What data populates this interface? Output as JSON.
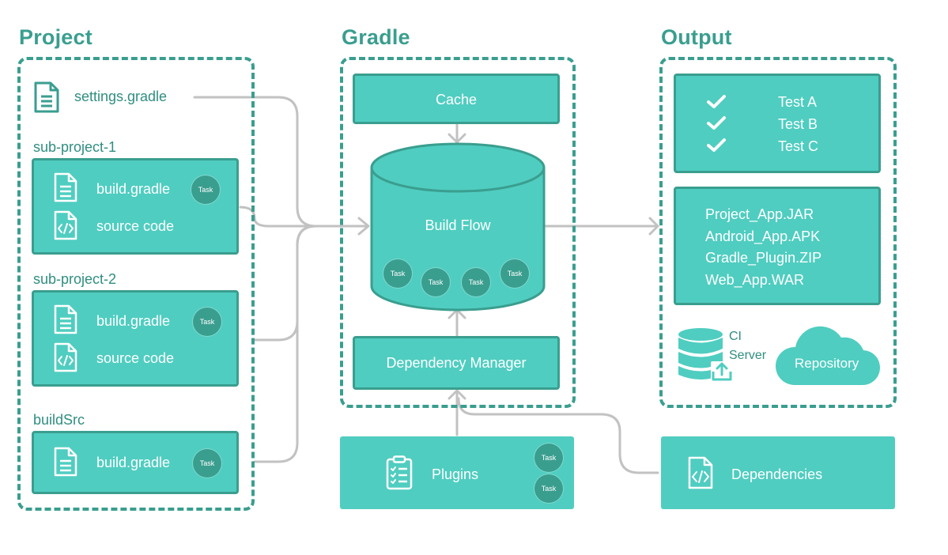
{
  "sections": {
    "project": "Project",
    "gradle": "Gradle",
    "output": "Output"
  },
  "project": {
    "settings": "settings.gradle",
    "sub1": {
      "title": "sub-project-1",
      "build": "build.gradle",
      "source": "source code",
      "task": "Task"
    },
    "sub2": {
      "title": "sub-project-2",
      "build": "build.gradle",
      "source": "source code",
      "task": "Task"
    },
    "buildsrc": {
      "title": "buildSrc",
      "build": "build.gradle",
      "task": "Task"
    }
  },
  "gradle": {
    "cache": "Cache",
    "build_flow": "Build Flow",
    "tasks": [
      "Task",
      "Task",
      "Task",
      "Task"
    ],
    "dependency_manager": "Dependency Manager",
    "plugins": "Plugins",
    "plugin_tasks": [
      "Task",
      "Task"
    ]
  },
  "output": {
    "tests": [
      "Test A",
      "Test B",
      "Test C"
    ],
    "artifacts": [
      "Project_App.JAR",
      "Android_App.APK",
      "Gradle_Plugin.ZIP",
      "Web_App.WAR"
    ],
    "ci_server": [
      "CI",
      "Server"
    ],
    "repository": "Repository"
  },
  "dependencies": "Dependencies",
  "colors": {
    "teal_fill": "#4fcdc0",
    "teal_dark": "#3a9e8f",
    "connector_gray": "#c2c2c2"
  },
  "icons": [
    "document-icon",
    "code-file-icon",
    "checkmark-icon",
    "database-upload-icon",
    "cloud-icon",
    "clipboard-list-icon"
  ]
}
